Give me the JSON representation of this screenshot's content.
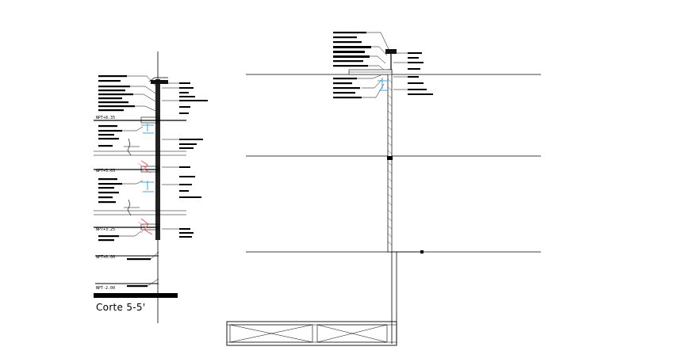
{
  "drawing": {
    "section_title": "Corte 5-5'",
    "level_labels": [
      "NPT+8.35",
      "NPT+5.65",
      "NPT+3.25",
      "NPT+0.00",
      "NPT-2.00"
    ]
  }
}
